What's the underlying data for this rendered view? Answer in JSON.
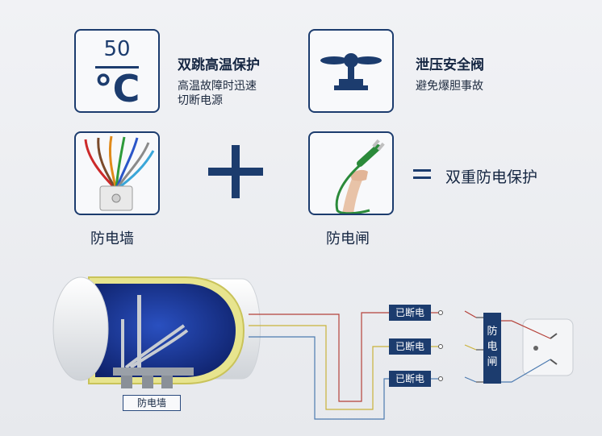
{
  "features": {
    "dual_trip": {
      "icon": "thermometer-50c-icon",
      "temp_value": "50",
      "temp_unit": "°C",
      "title": "双跳高温保护",
      "desc_line1": "高温故障时迅速",
      "desc_line2": "切断电源"
    },
    "relief_valve": {
      "icon": "pressure-valve-icon",
      "title": "泄压安全阀",
      "desc": "避免爆胆事故"
    }
  },
  "equation": {
    "left_label": "防电墙",
    "right_label": "防电闸",
    "plus": "+",
    "equals": "=",
    "result": "双重防电保护"
  },
  "diagram": {
    "heater_label": "防电墙",
    "breakers": [
      "已断电",
      "已断电",
      "已断电"
    ],
    "gate_chars": [
      "防",
      "电",
      "闸"
    ],
    "wire_colors": {
      "live": "#b5423a",
      "earth": "#c9b23a",
      "neutral": "#4d7bb0"
    },
    "accent": "#1c3c6e"
  }
}
